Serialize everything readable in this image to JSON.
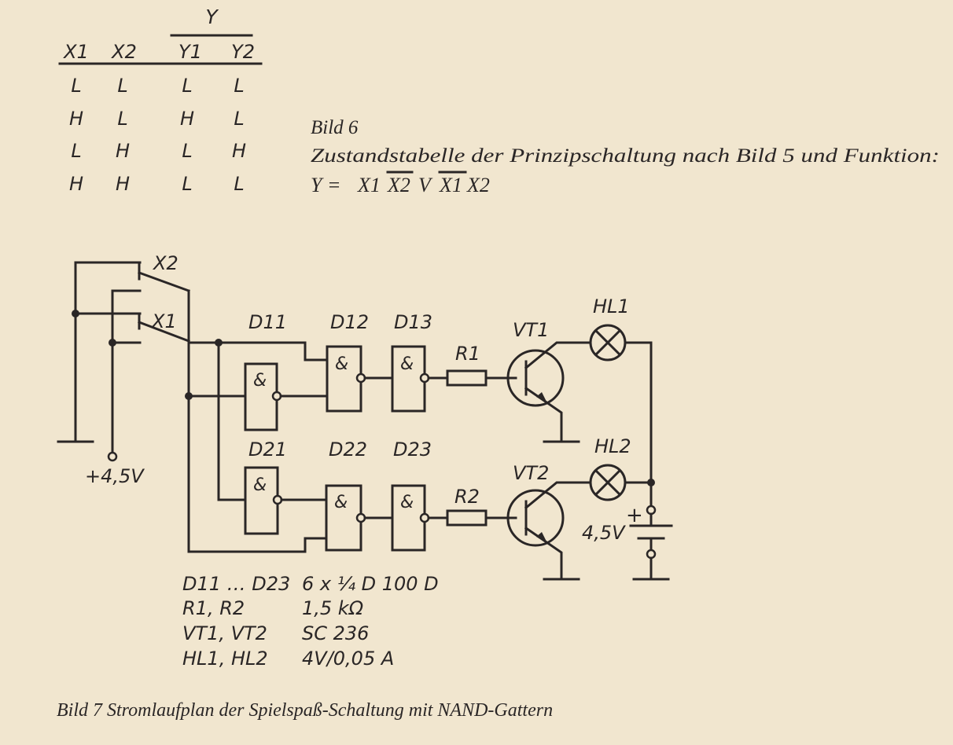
{
  "truth_table": {
    "group_header": "Y",
    "headers": [
      "X1",
      "X2",
      "Y1",
      "Y2"
    ],
    "rows": [
      [
        "L",
        "L",
        "L",
        "L"
      ],
      [
        "H",
        "L",
        "H",
        "L"
      ],
      [
        "L",
        "H",
        "L",
        "H"
      ],
      [
        "H",
        "H",
        "L",
        "L"
      ]
    ]
  },
  "bild6": {
    "title": "Bild 6",
    "text": "Zustandstabelle der Prinzipschaltung nach Bild 5 und Funktion:",
    "formula": {
      "lhs": "Y =",
      "t1": "X1",
      "t2_over": "X2",
      "op": "V",
      "t3_over": "X1",
      "t4": "X2"
    }
  },
  "circuit": {
    "switch_x2": "X2",
    "switch_x1": "X1",
    "supply": "+4,5V",
    "gates": {
      "d11": "D11",
      "d12": "D12",
      "d13": "D13",
      "d21": "D21",
      "d22": "D22",
      "d23": "D23",
      "symbol": "&"
    },
    "r1": "R1",
    "r2": "R2",
    "vt1": "VT1",
    "vt2": "VT2",
    "hl1": "HL1",
    "hl2": "HL2",
    "battery": "4,5V",
    "battery_plus": "+"
  },
  "parts_list": [
    {
      "ref": "D11 … D23",
      "value": "6 x ¼ D 100 D"
    },
    {
      "ref": "R1, R2",
      "value": "1,5 kΩ"
    },
    {
      "ref": "VT1, VT2",
      "value": "SC 236"
    },
    {
      "ref": "HL1, HL2",
      "value": "4V/0,05 A"
    }
  ],
  "bild7_caption": "Bild 7 Stromlaufplan der Spielspaß-Schaltung mit NAND-Gattern"
}
